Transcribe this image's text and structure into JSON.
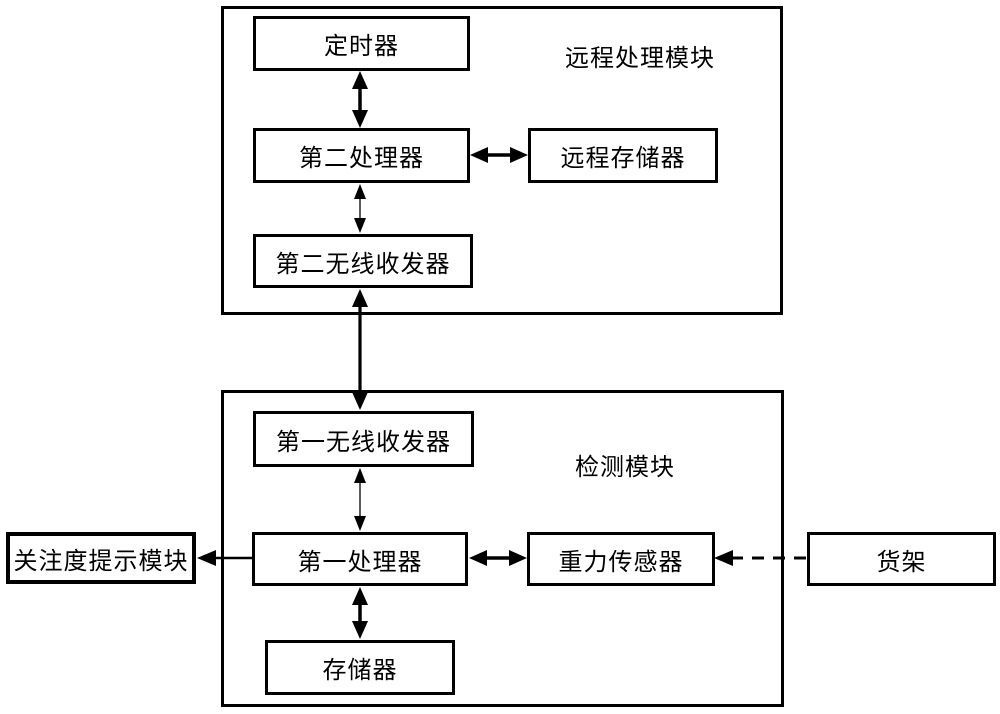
{
  "diagram": {
    "background_color": "#ffffff",
    "line_color": "#000000",
    "modules": [
      {
        "id": "remote_processing_module",
        "label": "远程处理模块"
      },
      {
        "id": "detection_module",
        "label": "检测模块"
      }
    ],
    "nodes": [
      {
        "id": "timer",
        "label": "定时器"
      },
      {
        "id": "second_processor",
        "label": "第二处理器"
      },
      {
        "id": "remote_storage",
        "label": "远程存储器"
      },
      {
        "id": "second_transceiver",
        "label": "第二无线收发器"
      },
      {
        "id": "first_transceiver",
        "label": "第一无线收发器"
      },
      {
        "id": "first_processor",
        "label": "第一处理器"
      },
      {
        "id": "gravity_sensor",
        "label": "重力传感器"
      },
      {
        "id": "storage",
        "label": "存储器"
      },
      {
        "id": "attention_module",
        "label": "关注度提示模块"
      },
      {
        "id": "shelf",
        "label": "货架"
      }
    ],
    "connections": [
      {
        "from": "定时器",
        "to": "第二处理器",
        "direction": "bidirectional",
        "style": "solid"
      },
      {
        "from": "第二处理器",
        "to": "远程存储器",
        "direction": "bidirectional",
        "style": "solid"
      },
      {
        "from": "第二处理器",
        "to": "第二无线收发器",
        "direction": "bidirectional",
        "style": "solid-thin"
      },
      {
        "from": "第二无线收发器",
        "to": "第一无线收发器",
        "direction": "bidirectional",
        "style": "solid"
      },
      {
        "from": "第一无线收发器",
        "to": "第一处理器",
        "direction": "bidirectional",
        "style": "solid-thin"
      },
      {
        "from": "第一处理器",
        "to": "重力传感器",
        "direction": "bidirectional",
        "style": "solid"
      },
      {
        "from": "第一处理器",
        "to": "关注度提示模块",
        "direction": "unidirectional",
        "style": "solid"
      },
      {
        "from": "货架",
        "to": "重力传感器",
        "direction": "unidirectional",
        "style": "dashed"
      },
      {
        "from": "第一处理器",
        "to": "存储器",
        "direction": "bidirectional",
        "style": "solid"
      }
    ]
  }
}
